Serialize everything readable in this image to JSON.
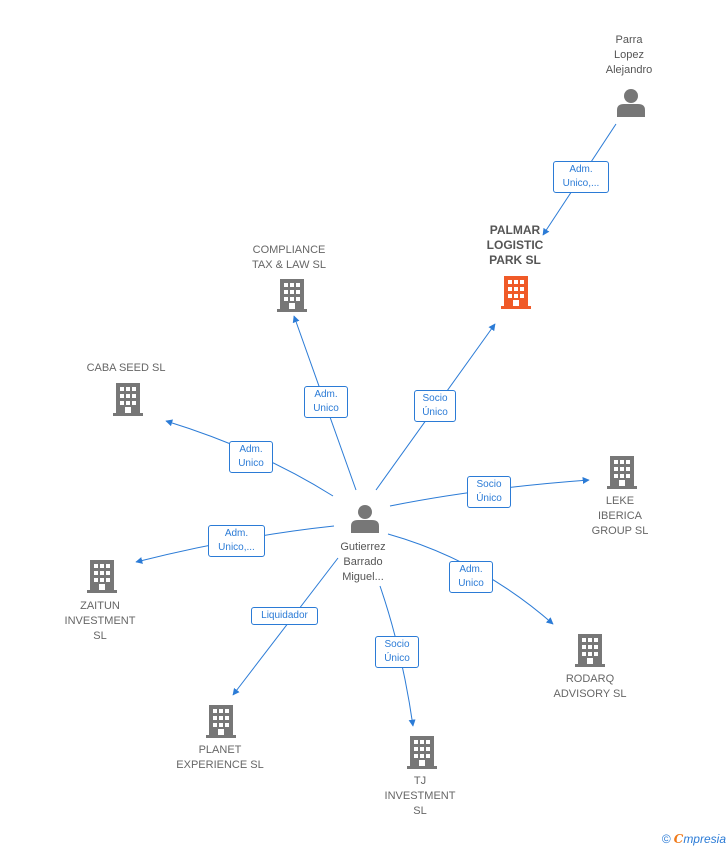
{
  "center_person": {
    "label": "Gutierrez\nBarrado\nMiguel..."
  },
  "top_person": {
    "label": "Parra\nLopez\nAlejandro"
  },
  "companies": {
    "palmar": {
      "label": "PALMAR\nLOGISTIC\nPARK  SL",
      "highlight": true
    },
    "compliance": {
      "label": "COMPLIANCE\nTAX & LAW  SL"
    },
    "caba": {
      "label": "CABA SEED  SL"
    },
    "leke": {
      "label": "LEKE\nIBERICA\nGROUP  SL"
    },
    "zaitun": {
      "label": "ZAITUN\nINVESTMENT\nSL"
    },
    "rodarq": {
      "label": "RODARQ\nADVISORY  SL"
    },
    "planet": {
      "label": "PLANET\nEXPERIENCE SL"
    },
    "tj": {
      "label": "TJ\nINVESTMENT\nSL"
    }
  },
  "edges": {
    "parra_palmar": "Adm.\nUnico,...",
    "center_palmar": "Socio\nÚnico",
    "center_compliance": "Adm.\nUnico",
    "center_caba": "Adm.\nUnico",
    "center_leke": "Socio\nÚnico",
    "center_zaitun": "Adm.\nUnico,...",
    "center_rodarq": "Adm.\nUnico",
    "center_planet": "Liquidador",
    "center_tj": "Socio\nÚnico"
  },
  "colors": {
    "edge": "#2b7bd6",
    "building": "#777777",
    "building_highlight": "#f05a28",
    "person": "#777777"
  },
  "footer": {
    "copyright": "©",
    "brand_initial": "C",
    "brand_rest": "mpresia"
  }
}
